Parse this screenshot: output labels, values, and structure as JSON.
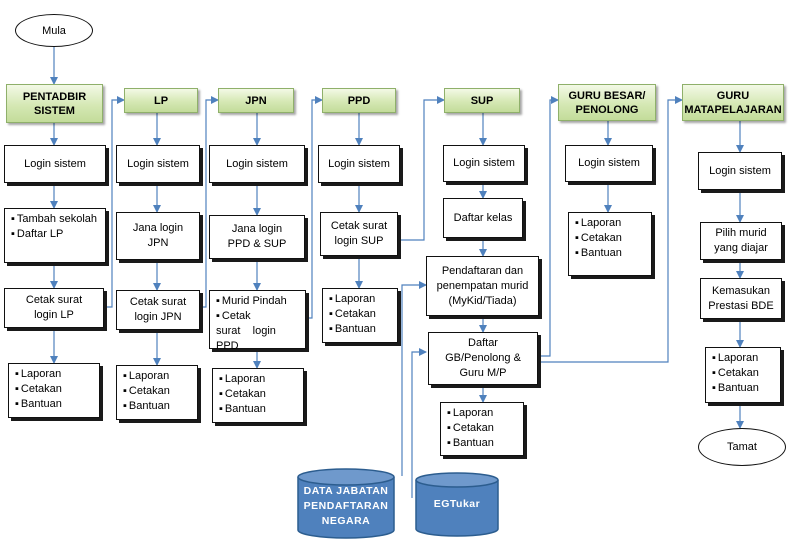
{
  "start": "Mula",
  "end": "Tamat",
  "common_list": [
    "Laporan",
    "Cetakan",
    "Bantuan"
  ],
  "pentadbir": {
    "header": "PENTADBIR\nSISTEM",
    "login": "Login sistem",
    "tasks": [
      "Tambah sekolah",
      "Daftar LP"
    ],
    "print": "Cetak surat\nlogin LP"
  },
  "lp": {
    "header": "LP",
    "login": "Login sistem",
    "generate": "Jana login\nJPN",
    "print": "Cetak surat\nlogin JPN"
  },
  "jpn": {
    "header": "JPN",
    "login": "Login sistem",
    "generate": "Jana login\nPPD & SUP",
    "tasks": [
      "Murid Pindah",
      "Cetak surat    login PPD"
    ]
  },
  "ppd": {
    "header": "PPD",
    "login": "Login sistem",
    "print": "Cetak surat\nlogin SUP"
  },
  "sup": {
    "header": "SUP",
    "login": "Login sistem",
    "class": "Daftar kelas",
    "register": "Pendaftaran dan\npenempatan murid\n(MyKid/Tiada)",
    "teachers": "Daftar\nGB/Penolong &\nGuru M/P"
  },
  "gb": {
    "header": "GURU BESAR/\nPENOLONG",
    "login": "Login sistem"
  },
  "gmp": {
    "header": "GURU\nMATAPELAJARAN",
    "login": "Login sistem",
    "choose": "Pilih murid\nyang diajar",
    "enter": "Kemasukan\nPrestasi BDE"
  },
  "databases": {
    "jpn_db": "DATA JABATAN\nPENDAFTARAN\nNEGARA",
    "egtukar": "EGTukar"
  },
  "colors": {
    "connector": "#4f81bd",
    "header_fill": "#d5e8b4",
    "header_border": "#8fb06a",
    "cylinder_fill": "#4f81bd",
    "cylinder_border": "#2c5d8f"
  }
}
